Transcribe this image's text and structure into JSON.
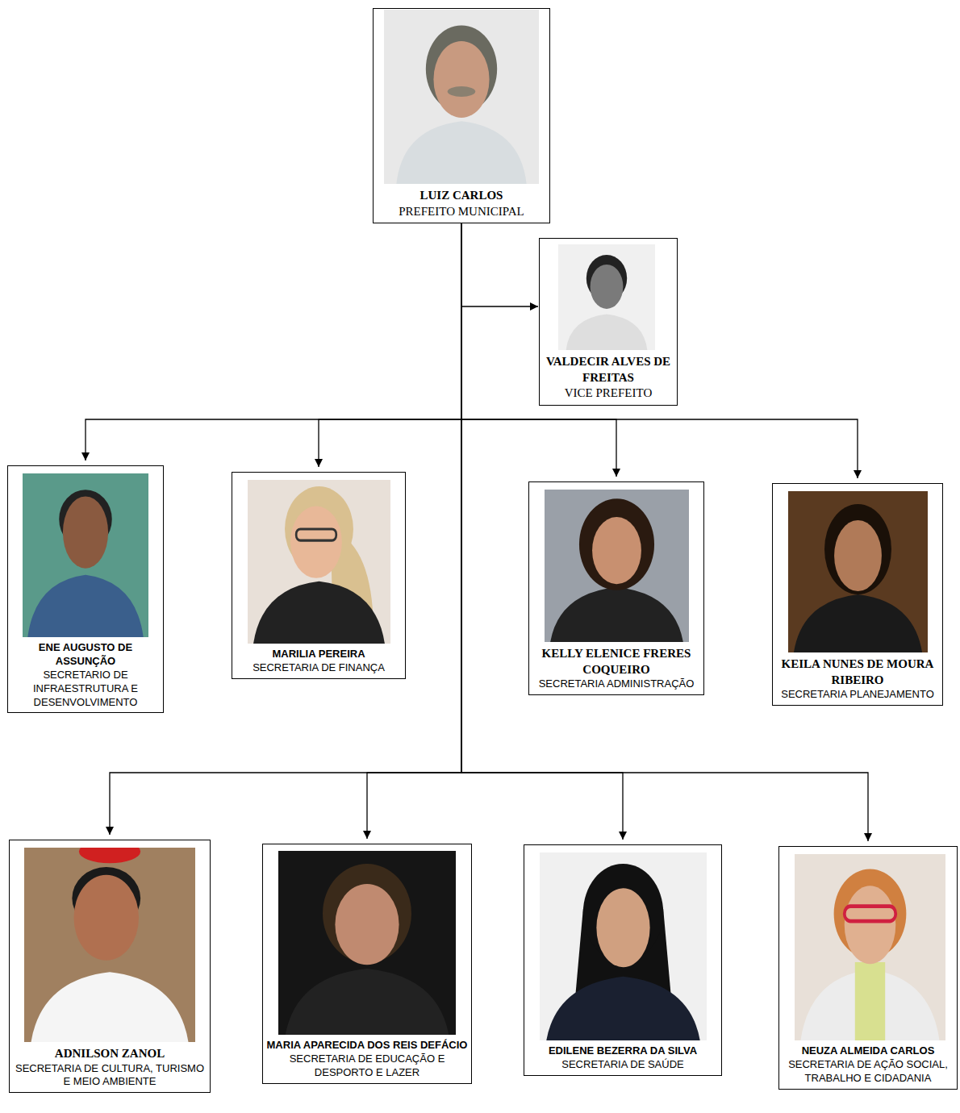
{
  "diagram": {
    "nodes": [
      {
        "text": [
          "LUIZ CARLOS",
          "PREFEITO MUNICIPAL"
        ]
      },
      {
        "text": [
          "VALDECIR ALVES DE FREITAS",
          "VICE PREFEITO"
        ]
      },
      {
        "text": [
          "ENE AUGUSTO DE ASSUNÇÃO",
          "SECRETARIO DE INFRAESTRUTURA E DESENVOLVIMENTO"
        ]
      },
      {
        "text": [
          "MARILIA PEREIRA",
          "SECRETARIA DE FINANÇA"
        ]
      },
      {
        "text": [
          "KELLY ELENICE FRERES COQUEIRO",
          "SECRETARIA ADMINISTRAÇÃO"
        ]
      },
      {
        "text": [
          "KEILA NUNES DE MOURA RIBEIRO",
          "SECRETARIA PLANEJAMENTO"
        ]
      },
      {
        "text": [
          "ADNILSON ZANOL",
          "SECRETARIA DE CULTURA, TURISMO E MEIO AMBIENTE"
        ]
      },
      {
        "text": [
          "MARIA APARECIDA DOS REIS DEFÁCIO",
          "SECRETARIA DE EDUCAÇÃO E DESPORTO E LAZER"
        ]
      },
      {
        "text": [
          "EDILENE BEZERRA DA SILVA",
          "SECRETARIA DE SAÚDE"
        ]
      },
      {
        "text": [
          "NEUZA ALMEIDA CARLOS",
          "SECRETARIA DE AÇÃO SOCIAL, TRABALHO E CIDADANIA"
        ]
      }
    ],
    "edges": [
      {
        "from": 0,
        "to": 1,
        "arrow": "to"
      },
      {
        "from": 0,
        "to": 2,
        "arrow": "to"
      },
      {
        "from": 0,
        "to": 3,
        "arrow": "to"
      },
      {
        "from": 0,
        "to": 4,
        "arrow": "to"
      },
      {
        "from": 0,
        "to": 5,
        "arrow": "to"
      },
      {
        "from": 0,
        "to": 6,
        "arrow": "to"
      },
      {
        "from": 0,
        "to": 7,
        "arrow": "to"
      },
      {
        "from": 0,
        "to": 8,
        "arrow": "to"
      },
      {
        "from": 0,
        "to": 9,
        "arrow": "to"
      }
    ]
  }
}
